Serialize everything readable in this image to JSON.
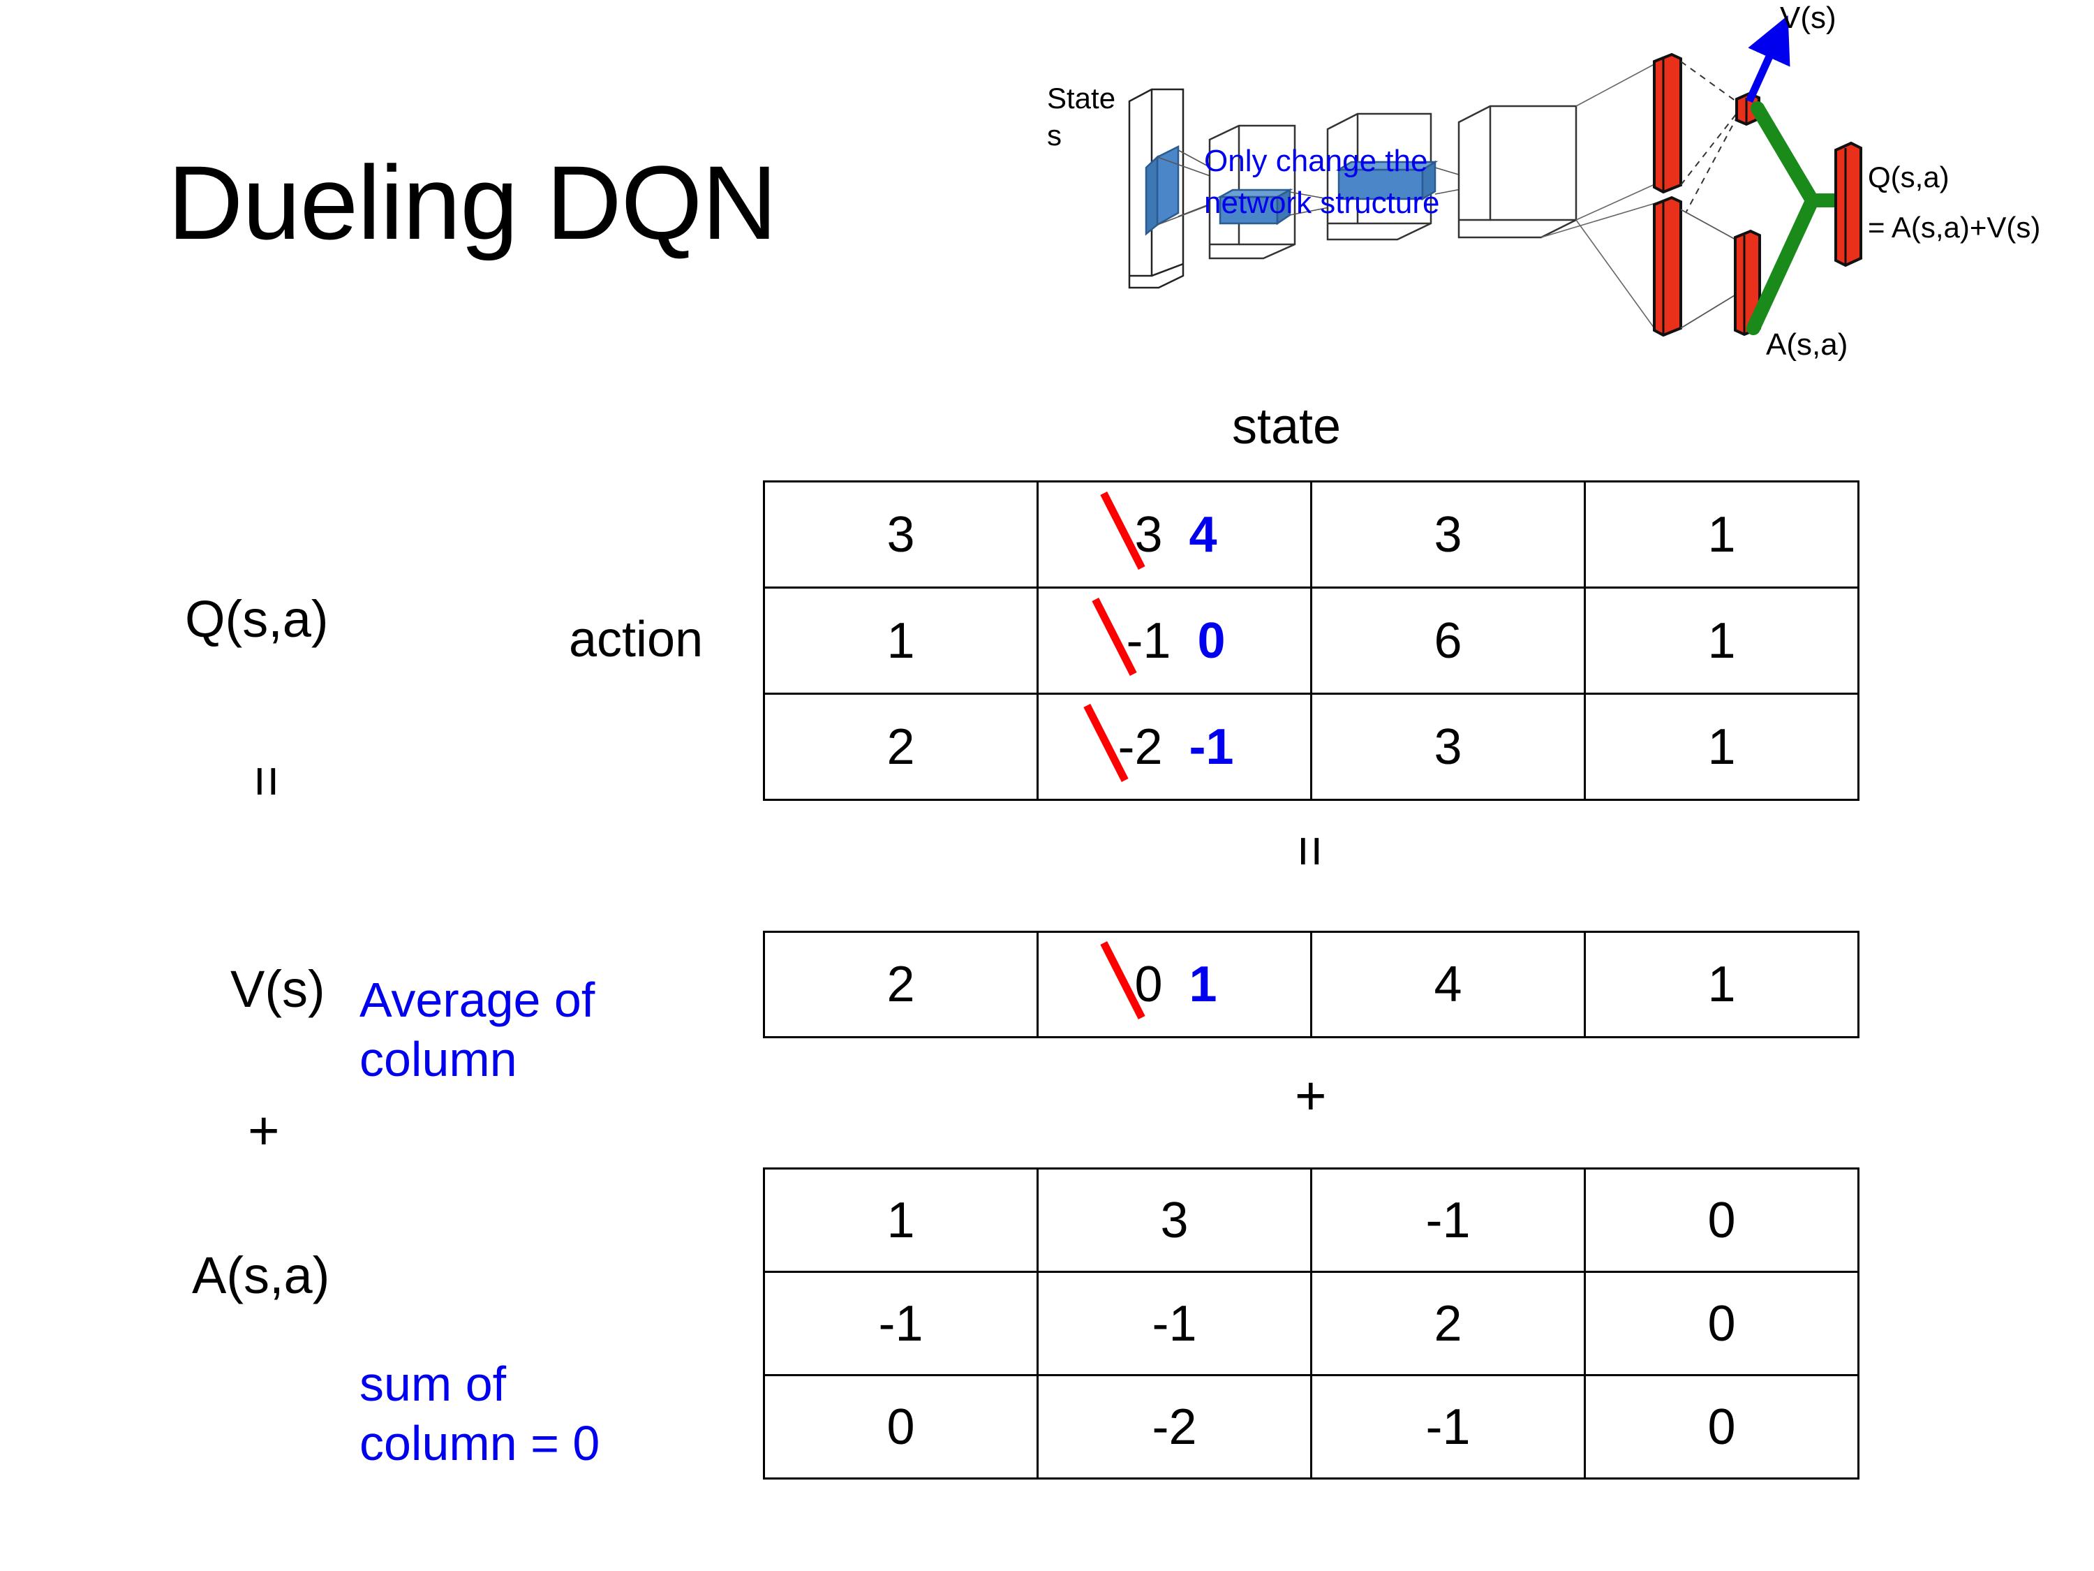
{
  "title": "Dueling DQN",
  "diagram": {
    "state_label_line1": "State",
    "state_label_line2": "s",
    "note": {
      "line1": "Only change the",
      "line2": "network structure"
    },
    "v_label": "V(s)",
    "a_label": "A(s,a)",
    "q_label_line1": "Q(s,a)",
    "q_label_line2": "= A(s,a)+V(s)",
    "colors": {
      "red_bar": "#E8301A",
      "blue_block": "#4A86C8",
      "green_link": "#1A8A1A",
      "blue_arrow": "#0000EE",
      "note_blue": "#0000EE"
    }
  },
  "labels": {
    "q": "Q(s,a)",
    "v": "V(s)",
    "a": "A(s,a)",
    "action": "action",
    "state": "state",
    "equals": "=",
    "plus": "+"
  },
  "notes": {
    "average_line1": "Average of",
    "average_line2": "column",
    "sum_line1": "sum of",
    "sum_line2": "column = 0"
  },
  "chart_data": {
    "type": "table",
    "title": "Dueling DQN: Q(s,a) = V(s) + A(s,a)",
    "axis_labels": {
      "columns": "state",
      "rows": "action"
    },
    "tables": [
      {
        "name": "Q(s,a)",
        "rows": [
          [
            {
              "value": "3"
            },
            {
              "value": "3",
              "struck": true,
              "new_value": "4"
            },
            {
              "value": "3"
            },
            {
              "value": "1"
            }
          ],
          [
            {
              "value": "1"
            },
            {
              "value": "-1",
              "struck": true,
              "new_value": "0"
            },
            {
              "value": "6"
            },
            {
              "value": "1"
            }
          ],
          [
            {
              "value": "2"
            },
            {
              "value": "-2",
              "struck": true,
              "new_value": "-1"
            },
            {
              "value": "3"
            },
            {
              "value": "1"
            }
          ]
        ]
      },
      {
        "name": "V(s)",
        "rows": [
          [
            {
              "value": "2"
            },
            {
              "value": "0",
              "struck": true,
              "new_value": "1"
            },
            {
              "value": "4"
            },
            {
              "value": "1"
            }
          ]
        ]
      },
      {
        "name": "A(s,a)",
        "rows": [
          [
            {
              "value": "1"
            },
            {
              "value": "3"
            },
            {
              "value": "-1"
            },
            {
              "value": "0"
            }
          ],
          [
            {
              "value": "-1"
            },
            {
              "value": "-1"
            },
            {
              "value": "2"
            },
            {
              "value": "0"
            }
          ],
          [
            {
              "value": "0"
            },
            {
              "value": "-2"
            },
            {
              "value": "-1"
            },
            {
              "value": "0"
            }
          ]
        ]
      }
    ],
    "annotations": [
      "Q(s,a) = V(s) + A(s,a)",
      "V(s) is the average of column",
      "sum of column of A(s,a) = 0"
    ]
  }
}
